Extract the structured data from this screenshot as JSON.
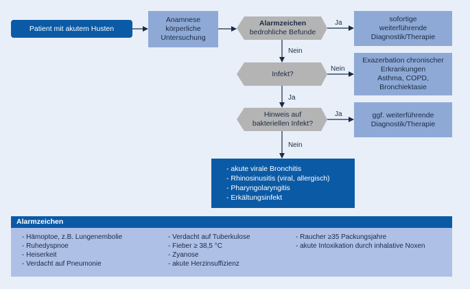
{
  "flow": {
    "start": "Patient mit akutem Husten",
    "anamnese": [
      "Anamnese",
      "körperliche",
      "Untersuchung"
    ],
    "alarm_decision": {
      "title": "Alarmzeichen",
      "subtitle": "bedrohliche Befunde"
    },
    "alarm_yes_label": "Ja",
    "alarm_yes_result": [
      "sofortige",
      "weiterführende",
      "Diagnostik/Therapie"
    ],
    "alarm_no_label": "Nein",
    "infekt_decision": "Infekt?",
    "infekt_no_label": "Nein",
    "infekt_no_result": [
      "Exazerbation chronischer",
      "Erkrankungen",
      "Asthma, COPD,",
      "Bronchiektasie"
    ],
    "infekt_yes_label": "Ja",
    "bakt_decision": [
      "Hinweis auf",
      "bakteriellen Infekt?"
    ],
    "bakt_yes_label": "Ja",
    "bakt_yes_result": [
      "ggf. weiterführende",
      "Diagnostik/Therapie"
    ],
    "bakt_no_label": "Nein",
    "diagnoses": [
      "- akute virale Bronchitis",
      "- Rhinosinusitis (viral, allergisch)",
      "- Pharyngolaryngitis",
      "- Erkältungsinfekt"
    ]
  },
  "alarmzeichen": {
    "title": "Alarmzeichen",
    "col1": [
      "- Hämoptoe, z.B. Lungenembolie",
      "- Ruhedyspnoe",
      "- Heiserkeit",
      "- Verdacht auf Pneumonie"
    ],
    "col2": [
      "- Verdacht auf Tuberkulose",
      "- Fieber ≥ 38,5 °C",
      "- Zyanose",
      "- akute Herzinsuffizienz"
    ],
    "col3": [
      "- Raucher ≥35 Packungsjahre",
      "- akute Intoxikation durch inhalative Noxen"
    ]
  },
  "colors": {
    "background": "#e8eff8",
    "light_box": "#8fa9d6",
    "decision": "#b4b4b4",
    "dark_box": "#0b5aa6",
    "panel": "#aec0e6"
  }
}
